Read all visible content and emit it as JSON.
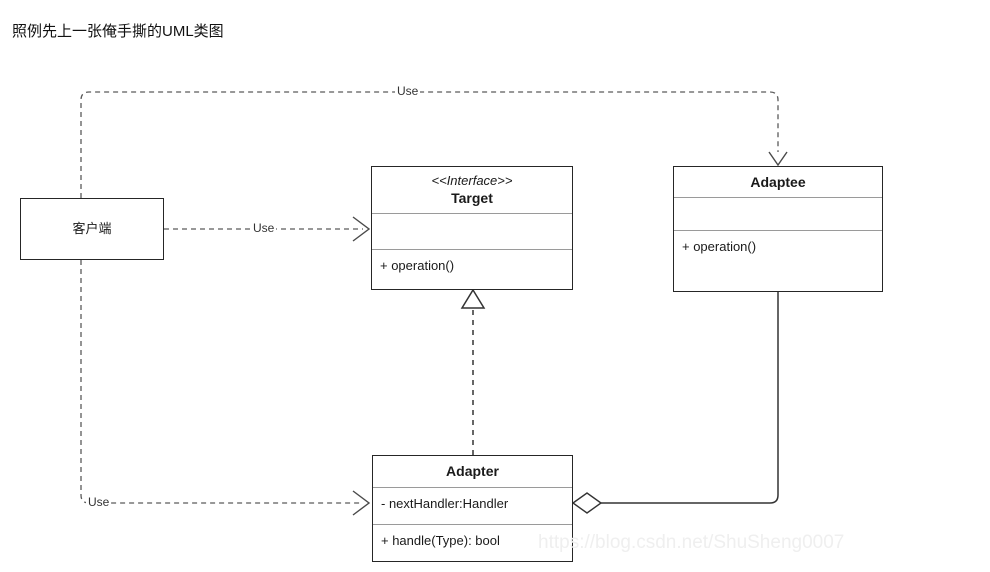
{
  "page": {
    "title": "照例先上一张俺手撕的UML类图",
    "watermark": "https://blog.csdn.net/ShuSheng0007",
    "background_color": "#ffffff",
    "stroke_color": "#262626",
    "divider_color": "#9a9a9a",
    "watermark_color": "#efefef"
  },
  "diagram": {
    "type": "uml-class-diagram",
    "pattern": "Adapter",
    "classes": [
      {
        "id": "client",
        "name": "客户端",
        "stereotype": "",
        "kind": "class",
        "attributes": [],
        "operations": [],
        "simple": true
      },
      {
        "id": "target",
        "name": "Target",
        "stereotype": "<<Interface>>",
        "kind": "interface",
        "attributes": [],
        "operations": [
          "+ operation()"
        ]
      },
      {
        "id": "adaptee",
        "name": "Adaptee",
        "stereotype": "",
        "kind": "class",
        "attributes": [],
        "operations": [
          "+ operation()"
        ]
      },
      {
        "id": "adapter",
        "name": "Adapter",
        "stereotype": "",
        "kind": "class",
        "attributes": [
          "- nextHandler:Handler"
        ],
        "operations": [
          "+ handle(Type): bool"
        ]
      }
    ],
    "relationships": [
      {
        "id": "client-uses-target",
        "from": "client",
        "to": "target",
        "type": "dependency",
        "label": "Use",
        "style": "dashed",
        "arrow": "open"
      },
      {
        "id": "client-uses-adaptee",
        "from": "client",
        "to": "adaptee",
        "type": "dependency",
        "label": "Use",
        "style": "dashed",
        "arrow": "open"
      },
      {
        "id": "client-uses-adapter",
        "from": "client",
        "to": "adapter",
        "type": "dependency",
        "label": "Use",
        "style": "dashed",
        "arrow": "open"
      },
      {
        "id": "adapter-realizes-target",
        "from": "adapter",
        "to": "target",
        "type": "realization",
        "label": "",
        "style": "dashed",
        "arrow": "hollow-triangle"
      },
      {
        "id": "adapter-aggregates-adaptee",
        "from": "adapter",
        "to": "adaptee",
        "type": "aggregation",
        "label": "",
        "style": "solid",
        "arrow": "hollow-diamond"
      }
    ],
    "labels": {
      "use_top": "Use",
      "use_middle": "Use",
      "use_bottom": "Use"
    }
  }
}
